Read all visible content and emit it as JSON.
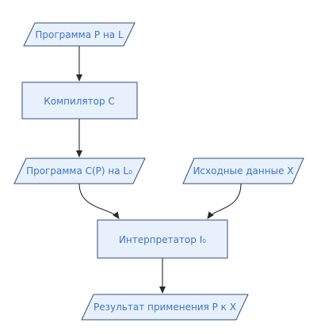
{
  "diagram": {
    "nodes": {
      "program_p": {
        "label": "Программа P на L",
        "shape": "parallelogram"
      },
      "compiler": {
        "label": "Компилятор C",
        "shape": "rectangle"
      },
      "program_cp": {
        "label": "Программа C(P) на L₀",
        "shape": "parallelogram"
      },
      "input_x": {
        "label": "Исходные данные X",
        "shape": "parallelogram"
      },
      "interpreter": {
        "label": "Интерпретатор I₀",
        "shape": "rectangle"
      },
      "result": {
        "label": "Результат применения P к X",
        "shape": "parallelogram"
      }
    },
    "edges": [
      {
        "from": "program_p",
        "to": "compiler"
      },
      {
        "from": "compiler",
        "to": "program_cp"
      },
      {
        "from": "program_cp",
        "to": "interpreter"
      },
      {
        "from": "input_x",
        "to": "interpreter"
      },
      {
        "from": "interpreter",
        "to": "result"
      }
    ],
    "colors": {
      "node_fill": "#e8f0fb",
      "node_stroke": "#2f4f7f",
      "text": "#3a78c4",
      "edge": "#2b2b2b"
    }
  }
}
